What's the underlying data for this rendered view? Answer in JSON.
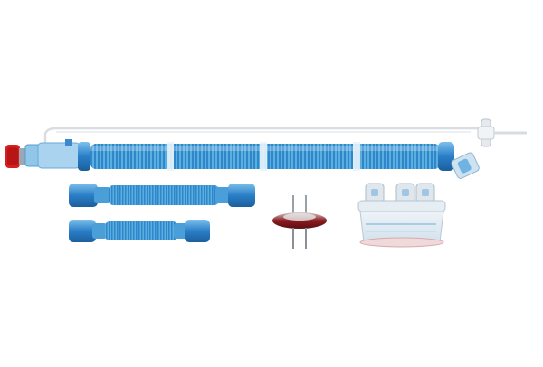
{
  "image": {
    "kind": "product photo",
    "background_color": "#ffffff"
  },
  "components": [
    {
      "id": "main-circuit",
      "icon": "corrugated-breathing-tube"
    },
    {
      "id": "short-tube-upper",
      "icon": "corrugated-tube-short"
    },
    {
      "id": "short-tube-lower",
      "icon": "corrugated-tube-short"
    },
    {
      "id": "temperature-probe",
      "icon": "probe-connector"
    },
    {
      "id": "humidification-chamber",
      "icon": "chamber"
    }
  ],
  "colors": {
    "tube_blue": "#4a9fd8",
    "tube_blue_dark": "#1f6fb5",
    "tube_light": "#bfe0f5",
    "cap_red": "#d81e1e",
    "probe_red": "#8c1a1f",
    "clear_plastic": "#dde6ec"
  }
}
